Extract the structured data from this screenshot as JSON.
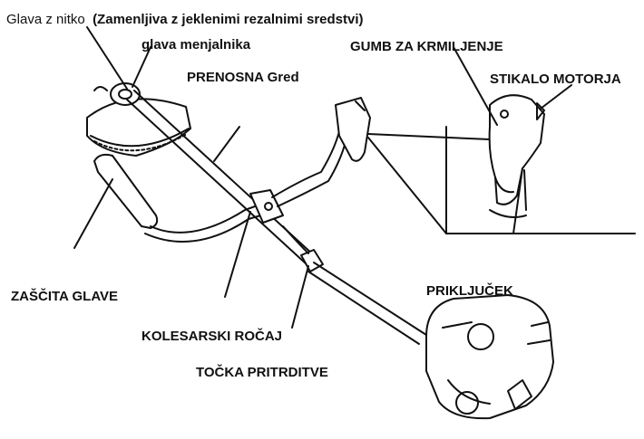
{
  "labels": {
    "line_head_prefix": "Glava z nitko",
    "line_head_note": "(Zamenljiva z jeklenimi rezalnimi sredstvi)",
    "gear_head": "glava menjalnika",
    "drive_shaft": "PRENOSNA Gred",
    "throttle_lever": "GUMB ZA KRMILJENJE",
    "engine_switch": "STIKALO MOTORJA",
    "head_guard": "ZAŠČITA GLAVE",
    "engine": "PRIKLJUČEK",
    "bike_handle": "KOLESARSKI ROČAJ",
    "attachment_point": "TOČKA PRITRDITVE"
  },
  "colors": {
    "ink": "#111111",
    "paper": "#ffffff"
  }
}
